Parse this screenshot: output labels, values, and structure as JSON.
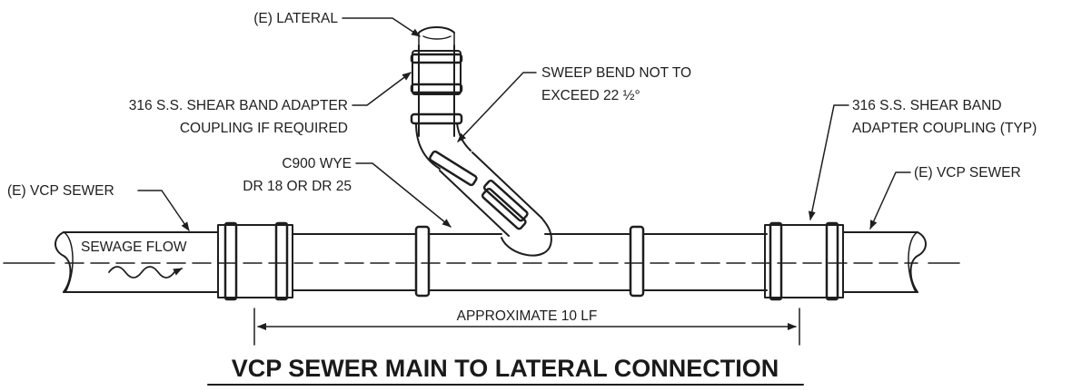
{
  "labels": {
    "lateral": "(E) LATERAL",
    "shear_band_required_1": "316 S.S. SHEAR BAND ADAPTER",
    "shear_band_required_2": "COUPLING IF REQUIRED",
    "sweep_bend_1": "SWEEP BEND NOT TO",
    "sweep_bend_2": "EXCEED 22 ½°",
    "shear_band_typ_1": "316 S.S. SHEAR BAND",
    "shear_band_typ_2": "ADAPTER COUPLING (TYP)",
    "wye_1": "C900 WYE",
    "wye_2": "DR 18 OR DR 25",
    "vcp_left": "(E) VCP SEWER",
    "vcp_right": "(E) VCP SEWER",
    "sewage_flow": "SEWAGE FLOW",
    "dimension": "APPROXIMATE 10 LF"
  },
  "title": "VCP SEWER MAIN TO LATERAL CONNECTION",
  "colors": {
    "ink": "#1e1e1e",
    "background": "#ffffff"
  }
}
